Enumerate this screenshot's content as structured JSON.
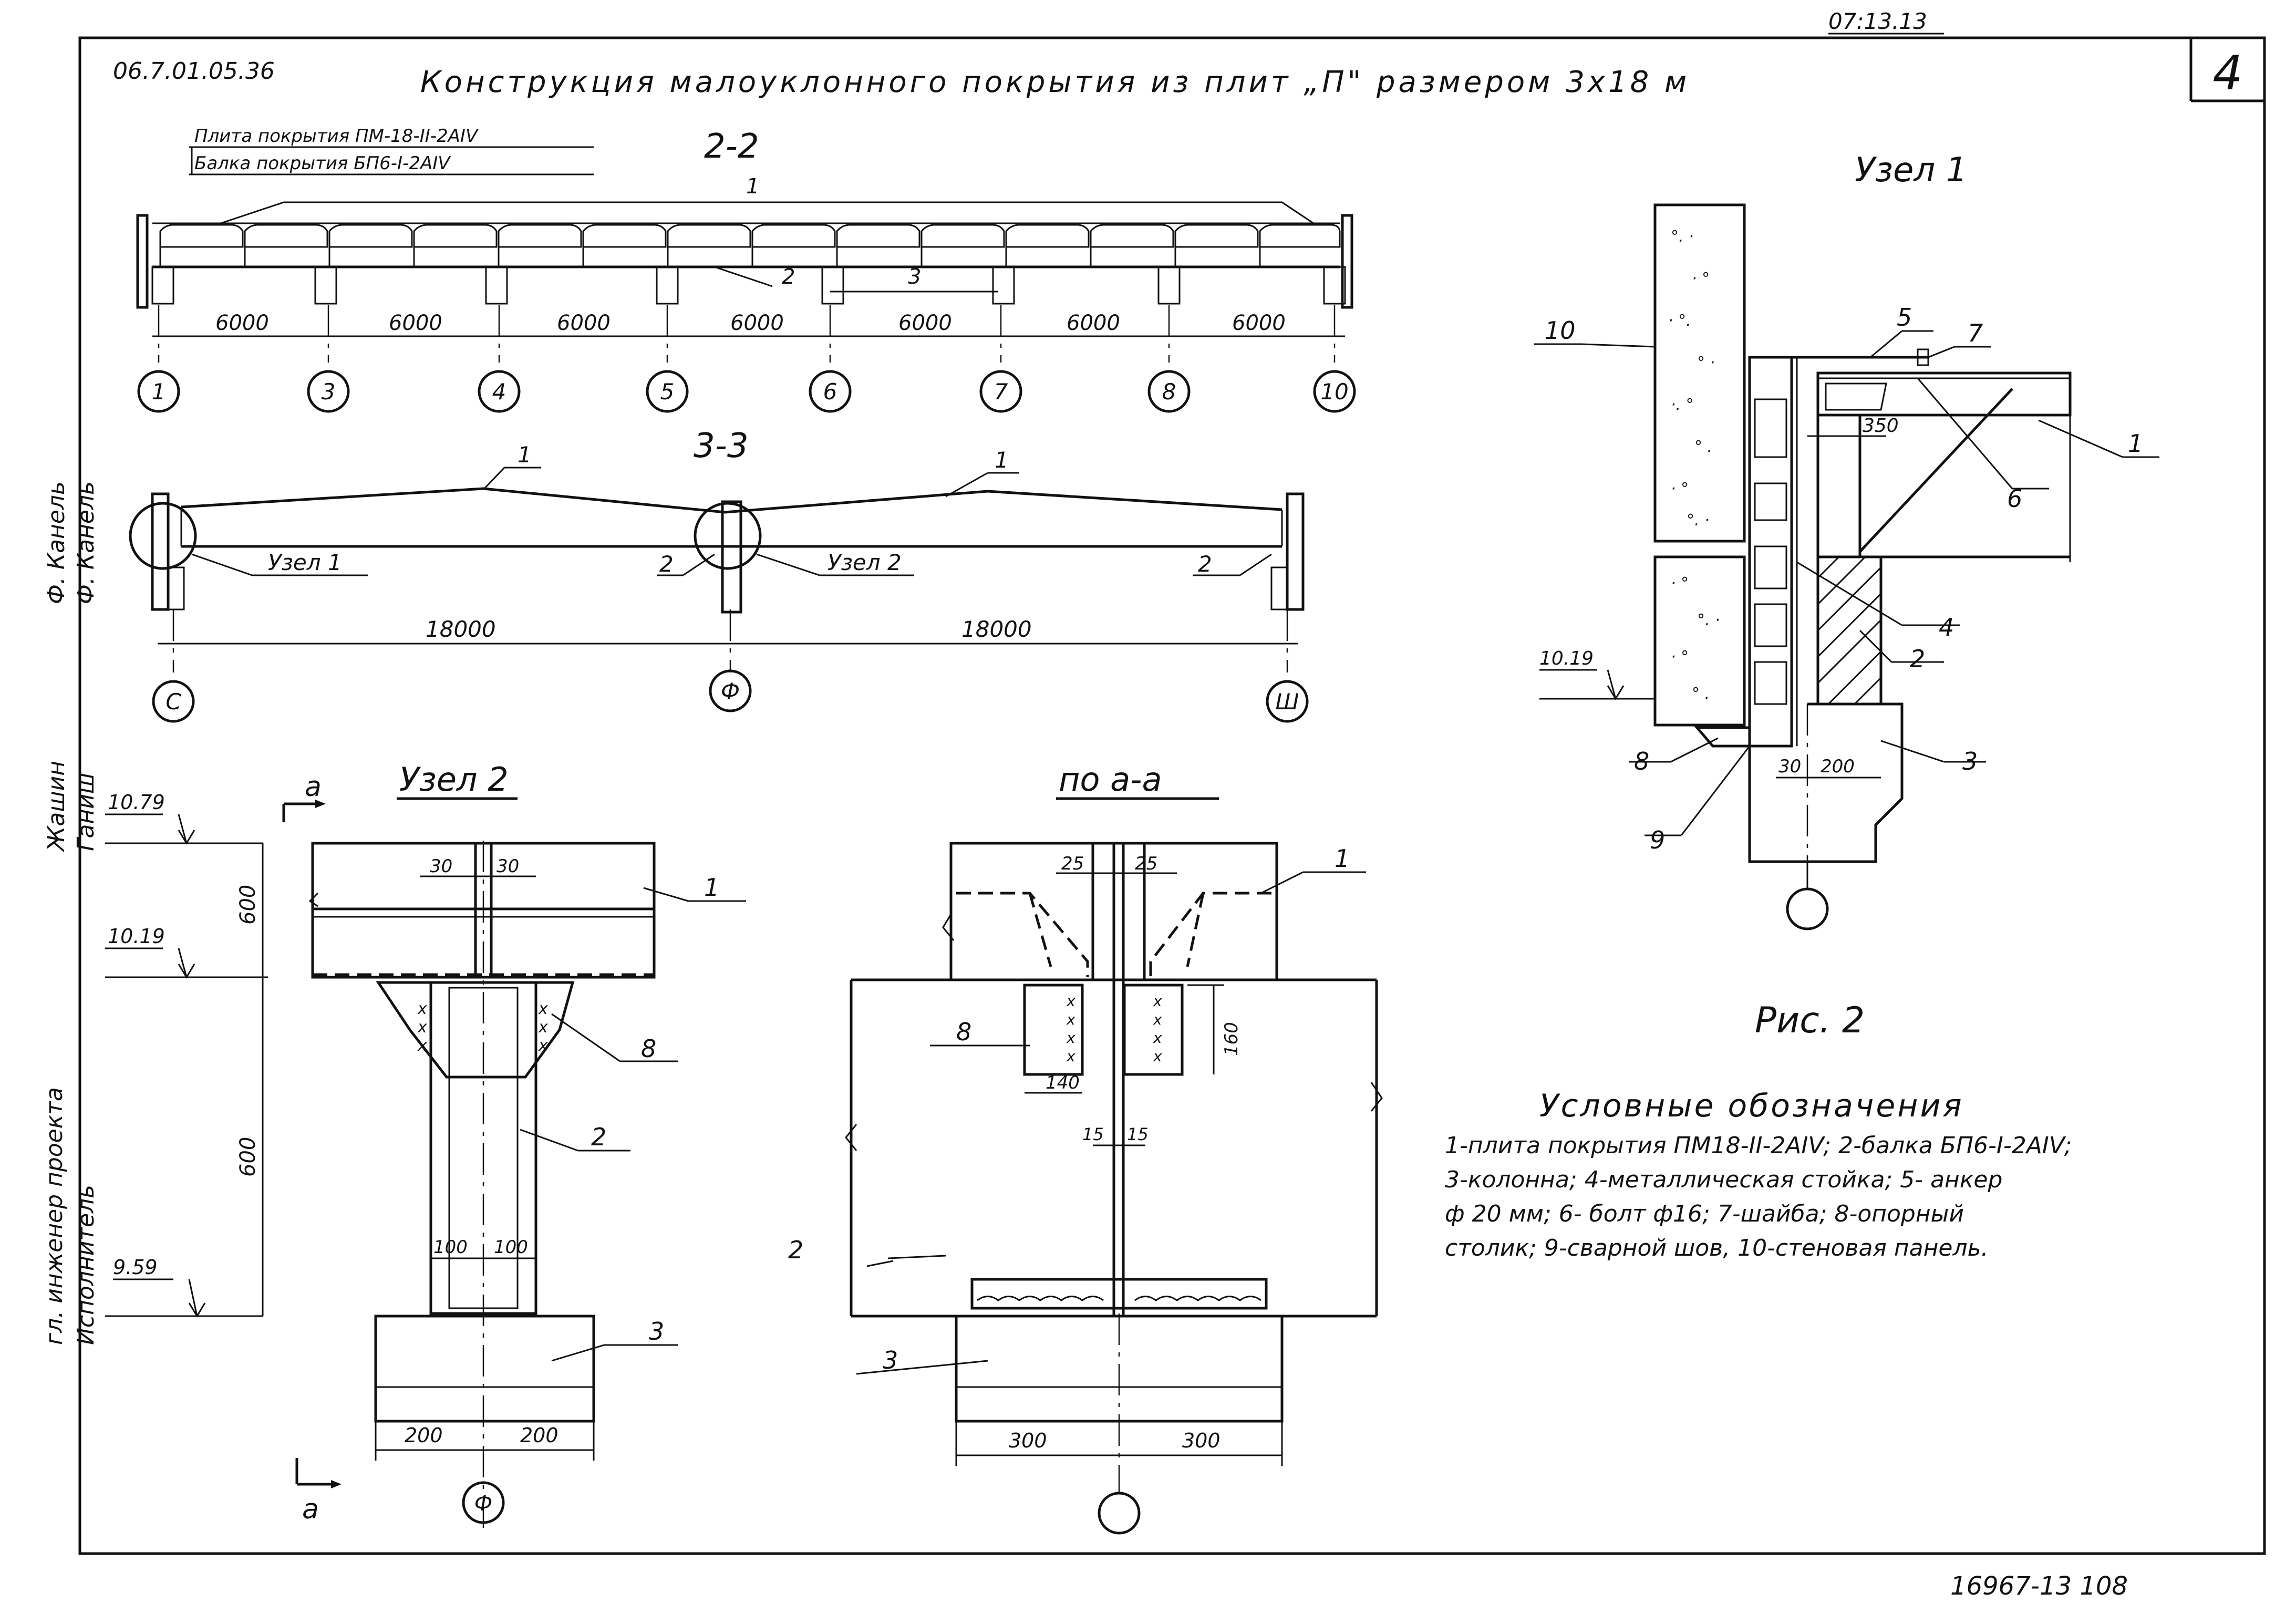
{
  "stamp_top_right": "07:13.13",
  "sheet_no": "4",
  "code_left": "06.7.01.05.36",
  "title": "Конструкция малоуклонного покрытия из плит „П\" размером 3x18 м",
  "bottom_number": "16967-13 108",
  "left_margin": {
    "chief": "Ф. Канель",
    "chief2": "Ф. Канель",
    "engineer": "Жашин",
    "engineer2": "Ганиш",
    "role1": "гл. инженер проекта",
    "role2": "Исполнитель"
  },
  "section22": {
    "label": "2-2",
    "note1": "Плита покрытия ПМ-18-II-2АIV",
    "note2": "Балка покрытия БП6-I-2АIV",
    "callouts": [
      "1",
      "2",
      "3"
    ],
    "dims": [
      "6000",
      "6000",
      "6000",
      "6000",
      "6000",
      "6000",
      "6000"
    ],
    "axes": [
      "1",
      "3",
      "4",
      "5",
      "6",
      "7",
      "8",
      "10"
    ]
  },
  "section33": {
    "label": "3-3",
    "callouts": [
      "1",
      "1",
      "2",
      "2"
    ],
    "node1": "Узел 1",
    "node2": "Узел 2",
    "dims": [
      "18000",
      "18000"
    ],
    "axes": [
      "С",
      "Ф",
      "Ш"
    ]
  },
  "node2": {
    "title": "Узел 2",
    "section_mark": "а",
    "levels": [
      "10.79",
      "10.19",
      "9.59"
    ],
    "dims_v": [
      "600",
      "600"
    ],
    "dims_gap": [
      "30",
      "30"
    ],
    "dims_web": [
      "100",
      "100"
    ],
    "dims_base": [
      "200",
      "200"
    ],
    "callouts": [
      "1",
      "2",
      "8",
      "3"
    ],
    "axis": "Ф"
  },
  "section_aa": {
    "title": "по а-а",
    "dims_top": [
      "25",
      "25"
    ],
    "dim_h": "160",
    "dim_w": "140",
    "dims_gap": [
      "15",
      "15"
    ],
    "dims_base": [
      "300",
      "300"
    ],
    "callouts": [
      "1",
      "8",
      "2",
      "3"
    ]
  },
  "node1": {
    "title": "Узел 1",
    "level": "10.19",
    "dim_350": "350",
    "dim_30": "30",
    "dim_200": "200",
    "callouts": [
      "10",
      "5",
      "7",
      "1",
      "6",
      "4",
      "2",
      "3",
      "8",
      "9"
    ]
  },
  "fig_caption": "Рис. 2",
  "legend": {
    "title": "Условные обозначения",
    "lines": [
      "1-плита покрытия ПМ18-II-2АIV; 2-балка БП6-I-2АIV;",
      "3-колонна; 4-металлическая стойка; 5- анкер",
      "ф 20 мм; 6- болт ф16; 7-шайба; 8-опорный",
      "столик; 9-сварной шов, 10-стеновая панель."
    ]
  }
}
